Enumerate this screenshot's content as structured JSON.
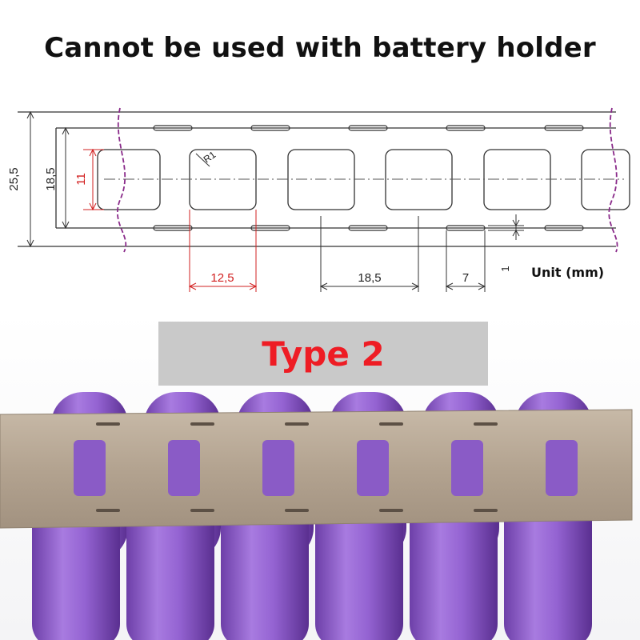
{
  "headline": "Cannot be used with battery holder",
  "unit_label": "Unit  (mm)",
  "banner": {
    "label": "Type 2"
  },
  "dimensions": {
    "strip_height": "25,5",
    "hole_pitch_vertical": "18,5",
    "hole_height": "11",
    "hole_width": "12,5",
    "hole_pitch": "18,5",
    "slot_length": "7",
    "slot_width": "1",
    "corner_radius": "R1"
  },
  "colors": {
    "outline": "#333333",
    "highlight_dimension": "#d22020",
    "break_line": "#8a2b8a",
    "banner_text": "#ee1c24",
    "cell_body": "#9a6ad0",
    "nickel_strip": "#b9aa98"
  }
}
